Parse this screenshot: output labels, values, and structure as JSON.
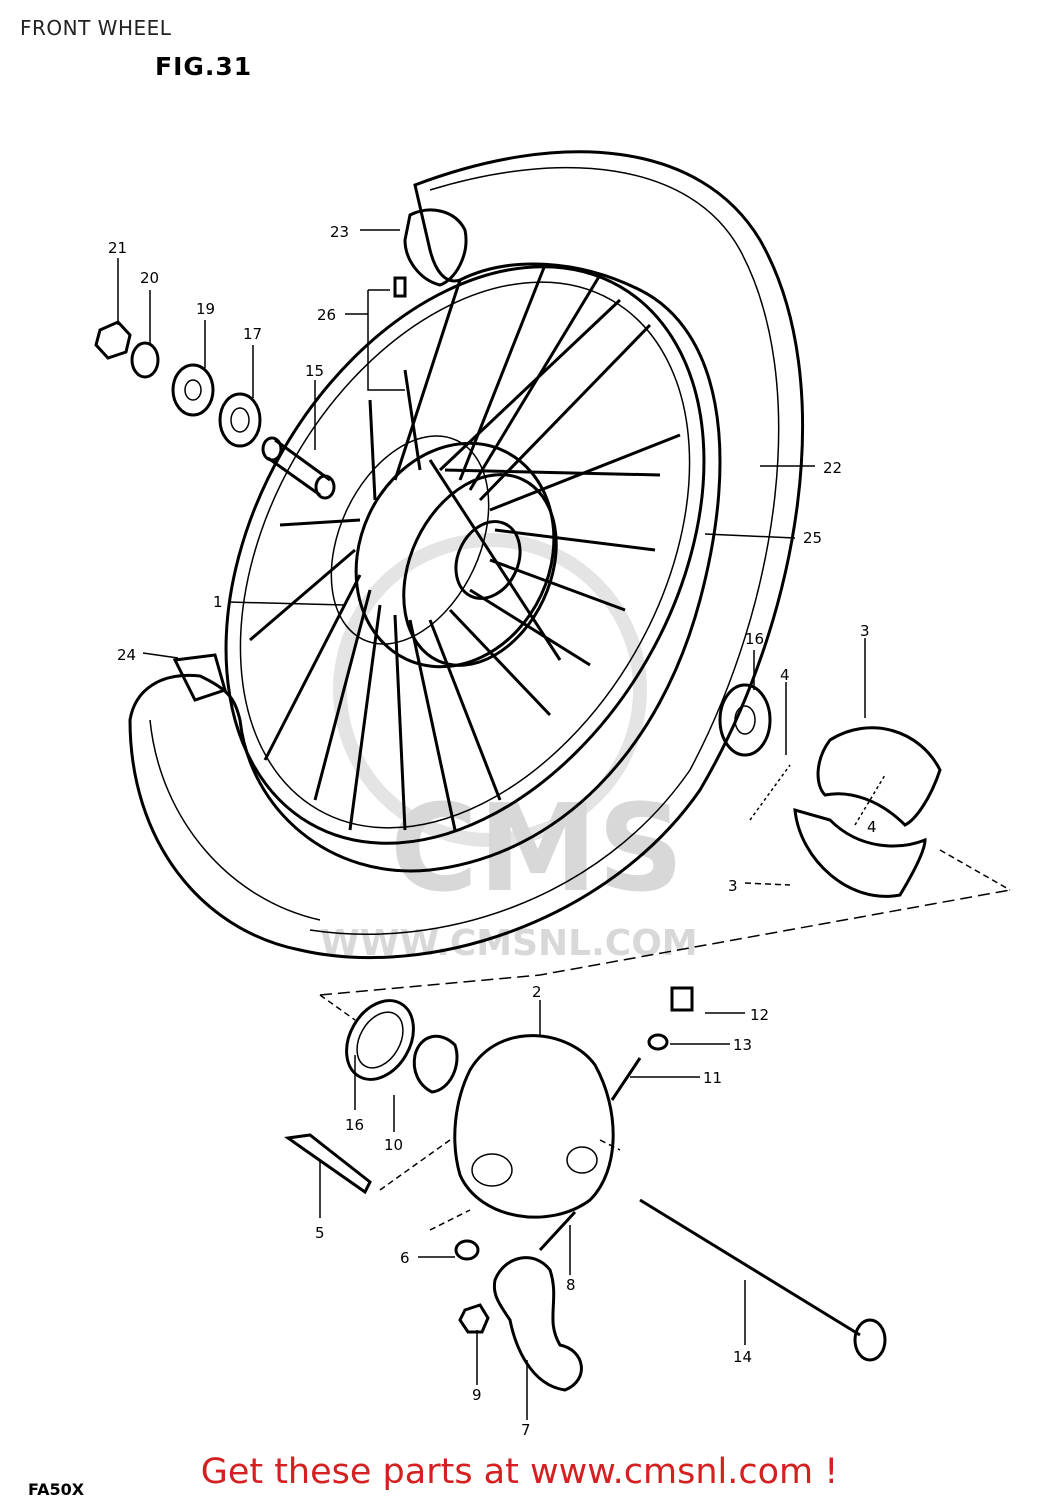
{
  "page": {
    "title": "FRONT WHEEL",
    "figure": "FIG.31",
    "model_code": "FA50X",
    "cta": "Get these parts at www.cmsnl.com !",
    "cta_color": "#d42020"
  },
  "watermark": {
    "logo_text": "CMS",
    "url_text": "WWW.CMSNL.COM",
    "color": "#d8d8d8"
  },
  "callouts": {
    "c1": "1",
    "c2": "2",
    "c3a": "3",
    "c3b": "3",
    "c4a": "4",
    "c4b": "4",
    "c5": "5",
    "c6": "6",
    "c7": "7",
    "c8": "8",
    "c9": "9",
    "c10": "10",
    "c11": "11",
    "c12": "12",
    "c13": "13",
    "c14": "14",
    "c15": "15",
    "c16a": "16",
    "c16b": "16",
    "c17": "17",
    "c19": "19",
    "c20": "20",
    "c21": "21",
    "c22": "22",
    "c23": "23",
    "c24": "24",
    "c25": "25",
    "c26": "26"
  }
}
